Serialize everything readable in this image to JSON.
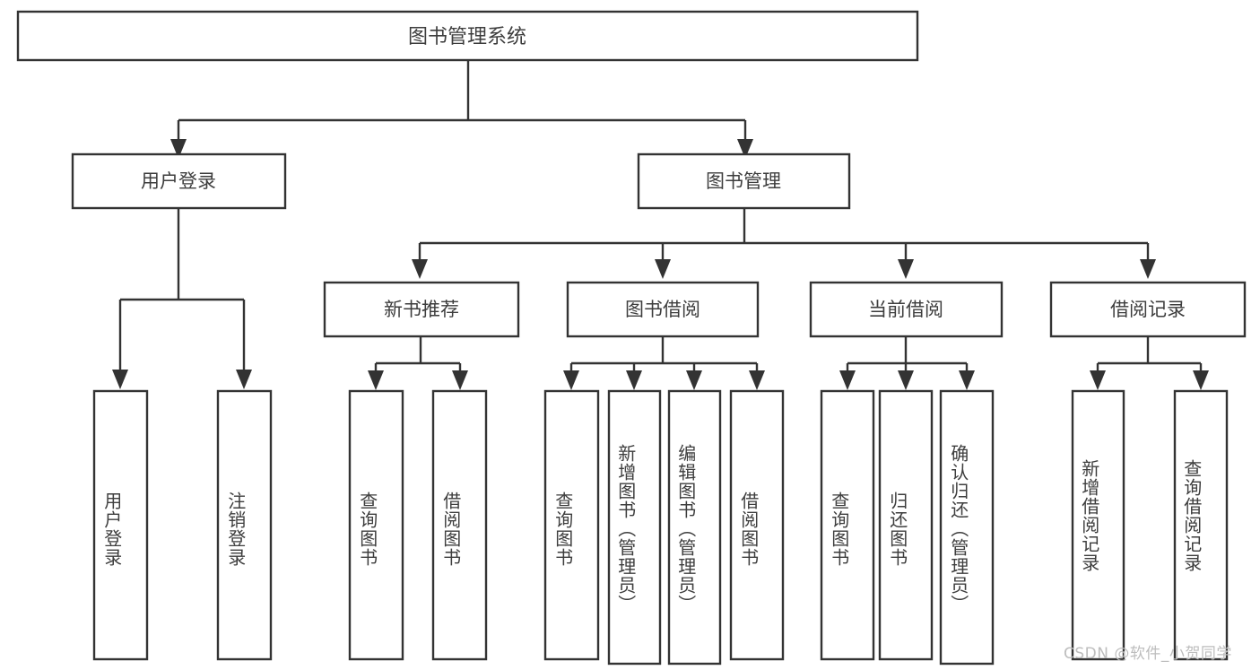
{
  "diagram": {
    "type": "tree-hierarchy",
    "title": "图书管理系统",
    "watermark": "CSDN @软件_小贺同学",
    "colors": {
      "stroke": "#333333",
      "box_fill": "#ffffff",
      "text": "#3d3d3d",
      "background": "#ffffff",
      "watermark": "#bdbdbd"
    },
    "root": {
      "label": "图书管理系统"
    },
    "level1": [
      {
        "id": "user-login",
        "label": "用户登录"
      },
      {
        "id": "book-management",
        "label": "图书管理"
      }
    ],
    "level2": [
      {
        "id": "new-book-recommend",
        "label": "新书推荐",
        "parent": "book-management"
      },
      {
        "id": "book-borrow",
        "label": "图书借阅",
        "parent": "book-management"
      },
      {
        "id": "current-borrow",
        "label": "当前借阅",
        "parent": "book-management"
      },
      {
        "id": "borrow-record",
        "label": "借阅记录",
        "parent": "book-management"
      }
    ],
    "leaves": {
      "user-login": [
        {
          "id": "leaf-user-login",
          "label": "用户登录"
        },
        {
          "id": "leaf-logout",
          "label": "注销登录"
        }
      ],
      "new-book-recommend": [
        {
          "id": "leaf-query-book-1",
          "label": "查询图书"
        },
        {
          "id": "leaf-borrow-book-1",
          "label": "借阅图书"
        }
      ],
      "book-borrow": [
        {
          "id": "leaf-query-book-2",
          "label": "查询图书"
        },
        {
          "id": "leaf-add-book",
          "label": "新增图书（管理员）"
        },
        {
          "id": "leaf-edit-book",
          "label": "编辑图书（管理员）"
        },
        {
          "id": "leaf-borrow-book-2",
          "label": "借阅图书"
        }
      ],
      "current-borrow": [
        {
          "id": "leaf-query-book-3",
          "label": "查询图书"
        },
        {
          "id": "leaf-return-book",
          "label": "归还图书"
        },
        {
          "id": "leaf-confirm-return",
          "label": "确认归还（管理员）"
        }
      ],
      "borrow-record": [
        {
          "id": "leaf-add-record",
          "label": "新增借阅记录"
        },
        {
          "id": "leaf-query-record",
          "label": "查询借阅记录"
        }
      ]
    }
  }
}
